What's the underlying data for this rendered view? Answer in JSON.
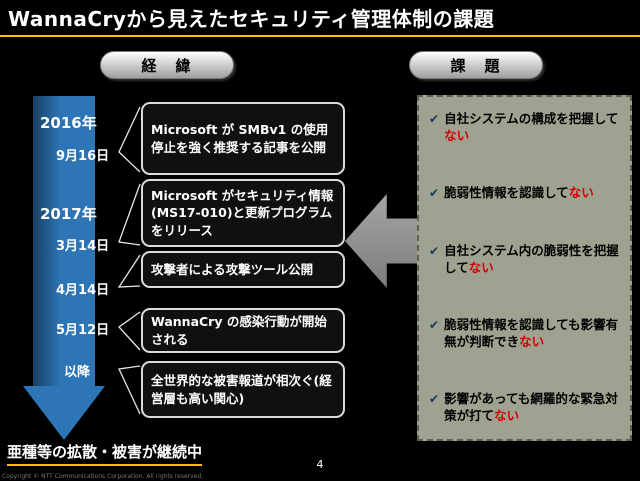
{
  "slide": {
    "title": "WannaCryから見えたセキュリティ管理体制の課題",
    "footer_status": "亜種等の拡散・被害が継続中",
    "page_number": "4",
    "copyright": "Copyright © NTT Communications Corporation. All rights reserved."
  },
  "sections": {
    "left_pill": "経　緯",
    "right_pill": "課　題"
  },
  "timeline": {
    "markers": [
      "2016年",
      "9月16日",
      "2017年",
      "3月14日",
      "4月14日",
      "5月12日",
      "以降"
    ],
    "events": [
      "Microsoft が SMBv1 の使用停止を強く推奨する記事を公開",
      "Microsoft がセキュリティ情報(MS17-010)と更新プログラムをリリース",
      "攻撃者による攻撃ツール公開",
      "WannaCry の感染行動が開始される",
      "全世界的な被害報道が相次ぐ(経営層も高い関心)"
    ]
  },
  "issues": {
    "check_glyph": "✔",
    "items": [
      {
        "text": "自社システムの構成を把握して",
        "red": "ない"
      },
      {
        "text": "脆弱性情報を認識して",
        "red": "ない"
      },
      {
        "text": "自社システム内の脆弱性を把握して",
        "red": "ない"
      },
      {
        "text": "脆弱性情報を認識しても影響有無が判断でき",
        "red": "ない"
      },
      {
        "text": "影響があっても網羅的な緊急対策が打て",
        "red": "ない"
      }
    ]
  },
  "colors": {
    "accent_underline": "#FFC000",
    "timeline_arrow_blue": "#2E75B6",
    "issue_red_text": "#D40000",
    "issues_panel_bg": "#A0A291"
  }
}
